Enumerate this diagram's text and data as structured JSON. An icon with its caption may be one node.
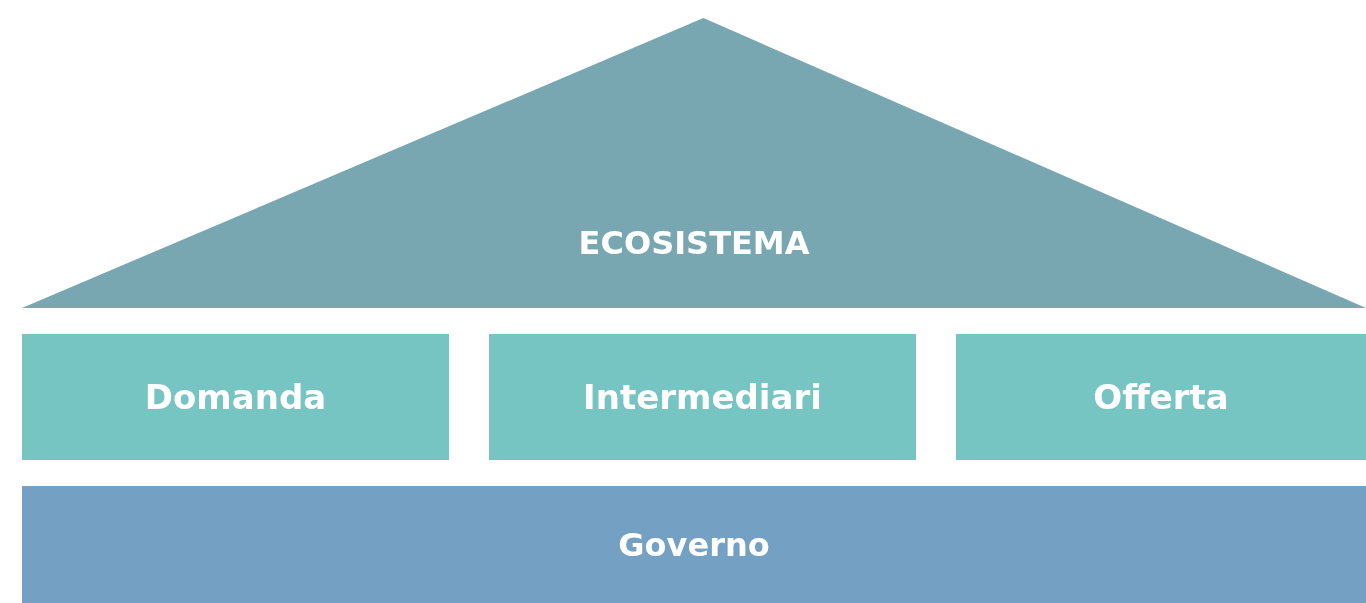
{
  "diagram": {
    "nodes": [
      {
        "text": [
          "ECOSISTEMA"
        ]
      },
      {
        "text": [
          "Domanda"
        ]
      },
      {
        "text": [
          "Intermediari"
        ]
      },
      {
        "text": [
          "Offerta"
        ]
      },
      {
        "text": [
          "Governo"
        ]
      }
    ]
  }
}
